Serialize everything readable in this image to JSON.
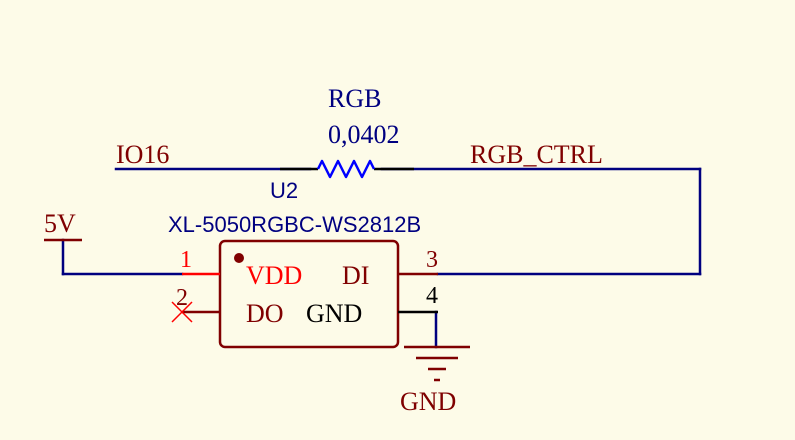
{
  "colors": {
    "background": "#fdfbe8",
    "wire": "#00007f",
    "net_label": "#7f0000",
    "component_label": "#000080",
    "resistor": "#0000ff",
    "body": "#800000",
    "power_pin": "#ff0000",
    "pin": "#000000",
    "no_connect": "#ff0000"
  },
  "resistor": {
    "designator": "RGB",
    "value": "0,0402",
    "symbol": "resistor-icon"
  },
  "nets": {
    "input": "IO16",
    "output": "RGB_CTRL",
    "power": "5V",
    "ground": "GND"
  },
  "chip": {
    "designator": "U2",
    "part": "XL-5050RGBC-WS2812B",
    "pins": [
      {
        "number": "1",
        "name": "VDD"
      },
      {
        "number": "2",
        "name": "DO"
      },
      {
        "number": "3",
        "name": "DI"
      },
      {
        "number": "4",
        "name": "GND"
      }
    ]
  },
  "symbols": {
    "power_port": "power-port-icon",
    "ground": "ground-symbol-icon",
    "no_connect": "no-connect-icon",
    "pin1_marker": "pin1-dot-icon"
  }
}
